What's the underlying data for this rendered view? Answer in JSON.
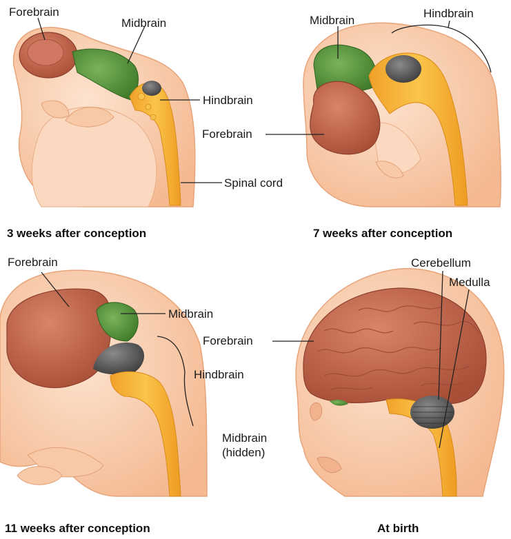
{
  "colors": {
    "skin": "#fbd3b4",
    "skin_dark": "#e9a57c",
    "forebrain": "#c96a4f",
    "midbrain": "#5b9a3e",
    "hindbrain": "#f6b233",
    "cerebellum": "#5e5e5e"
  },
  "panels": [
    {
      "caption": "3 weeks after conception",
      "labels": {
        "forebrain": "Forebrain",
        "midbrain": "Midbrain",
        "hindbrain": "Hindbrain",
        "spinal_cord": "Spinal cord"
      }
    },
    {
      "caption": "7 weeks after conception",
      "labels": {
        "midbrain": "Midbrain",
        "hindbrain": "Hindbrain",
        "forebrain": "Forebrain"
      }
    },
    {
      "caption": "11 weeks after conception",
      "labels": {
        "forebrain": "Forebrain",
        "midbrain": "Midbrain",
        "hindbrain": "Hindbrain"
      }
    },
    {
      "caption": "At birth",
      "labels": {
        "cerebellum": "Cerebellum",
        "medulla": "Medulla",
        "forebrain": "Forebrain",
        "midbrain_hidden": "Midbrain (hidden)"
      }
    }
  ]
}
